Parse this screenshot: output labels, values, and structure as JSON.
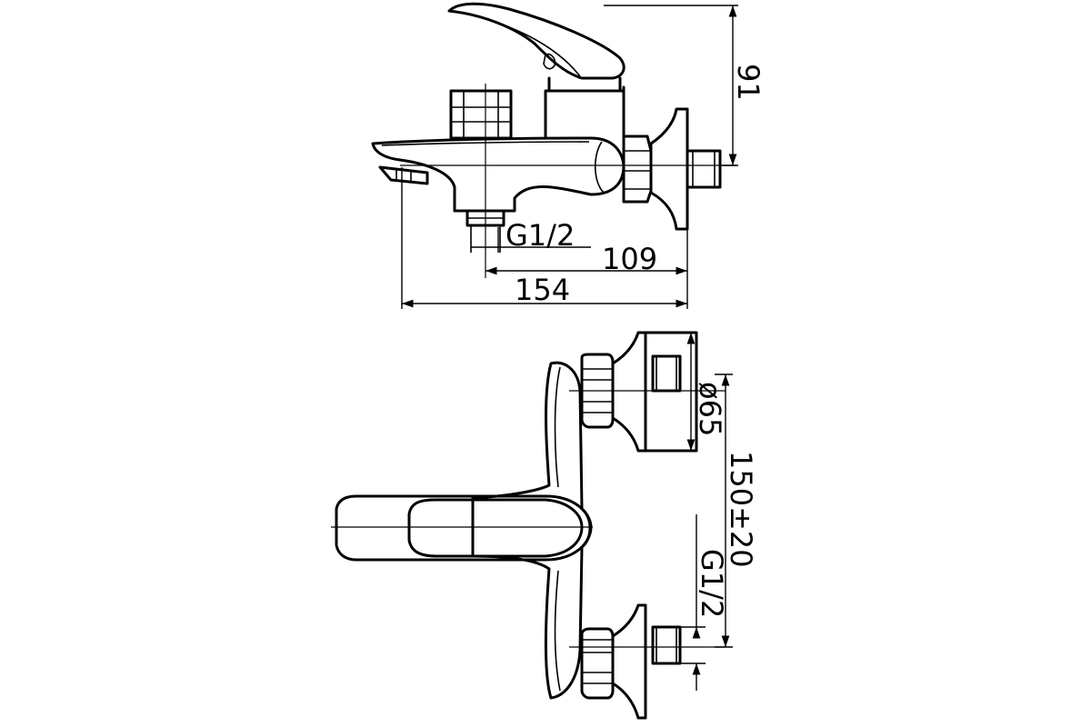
{
  "colors": {
    "line": "#000000",
    "background": "#ffffff"
  },
  "side_view": {
    "dim_width": "154",
    "dim_axis": "109",
    "dim_height": "91",
    "thread": "G1/2"
  },
  "top_view": {
    "dim_diameter": "ø65",
    "dim_spacing": "150±20",
    "thread": "G1/2"
  }
}
